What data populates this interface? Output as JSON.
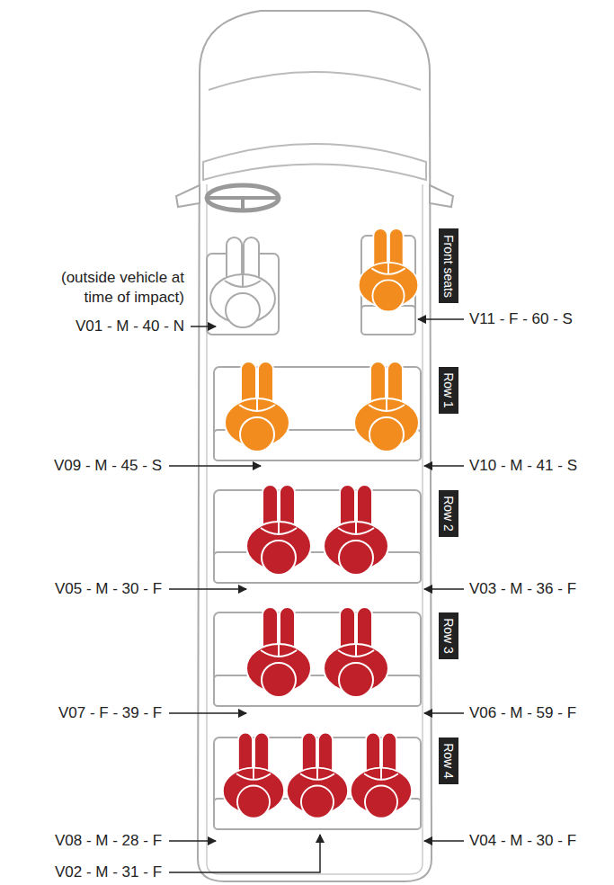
{
  "diagram": {
    "nodes": [
      {
        "text": [
          "Front seats"
        ]
      },
      {
        "text": [
          "Row 1"
        ]
      },
      {
        "text": [
          "Row 2"
        ]
      },
      {
        "text": [
          "Row 3"
        ]
      },
      {
        "text": [
          "Row 4"
        ]
      }
    ],
    "labels": [
      "(outside vehicle at time of impact)",
      "V01 - M - 40 - N",
      "V11 - F - 60 - S",
      "V09 - M - 45 - S",
      "V10 - M - 41 - S",
      "V05 - M - 30 - F",
      "V03 - M - 36 - F",
      "V07 - F - 39 - F",
      "V06 - M - 59 - F",
      "V08 - M - 28 - F",
      "V04 - M - 30 - F",
      "V02 - M - 31 - F"
    ]
  }
}
